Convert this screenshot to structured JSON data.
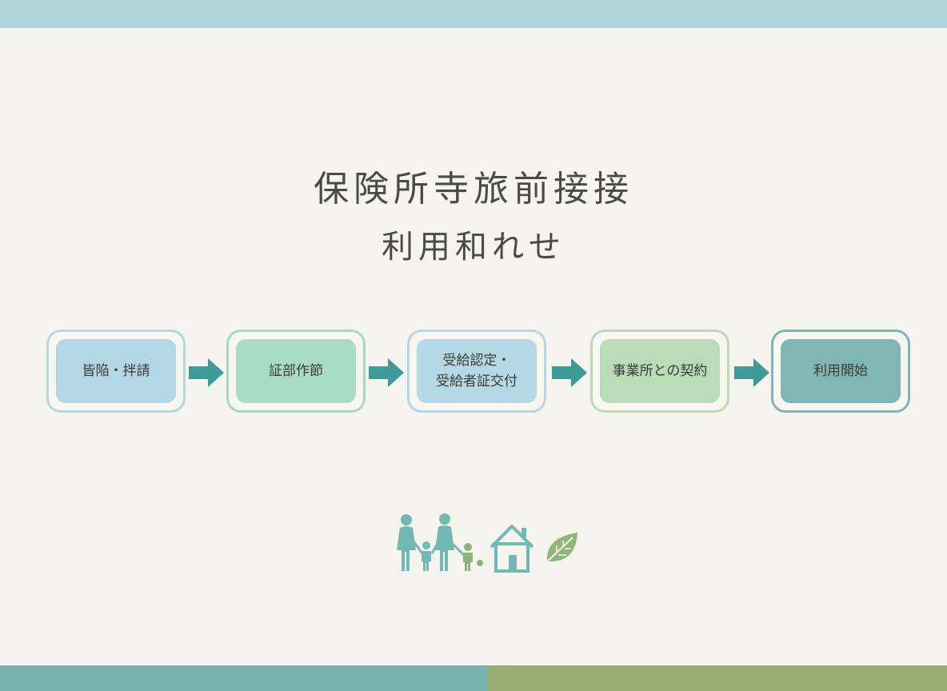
{
  "title": {
    "line1": "保険所寺旅前接接",
    "line2": "利用和れせ"
  },
  "steps": [
    {
      "label": "皆陥・拌請"
    },
    {
      "label": "証部作節"
    },
    {
      "label_line1": "受給認定・",
      "label_line2": "受給者証交付"
    },
    {
      "label": "事業所との契約"
    },
    {
      "label": "利用開始"
    }
  ],
  "icons": [
    "family-icon",
    "house-icon",
    "leaf-icon",
    "arrow-right-icon"
  ],
  "colors": {
    "top_bar": "#b1d6dc",
    "bottom_bar_left": "#79b3ad",
    "bottom_bar_right": "#99ad73",
    "arrow": "#3e9b98",
    "step_blue": "#b3d6e4",
    "step_green": "#a8dcc6",
    "step_sage": "#b9dbb5",
    "step_teal": "#7fb5b3"
  }
}
